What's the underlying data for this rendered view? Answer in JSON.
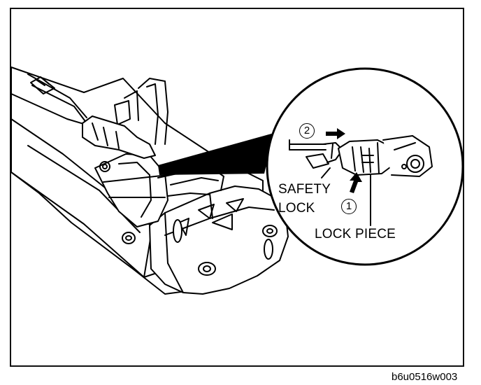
{
  "labels": {
    "safety_lock_line1": "SAFETY",
    "safety_lock_line2": "LOCK",
    "lock_piece": "LOCK PIECE",
    "step_1": "1",
    "step_2": "2",
    "figure_code": "b6u0516w003"
  },
  "icons": {
    "arrow_direction_1": "arrow-up",
    "arrow_direction_2": "arrow-right"
  },
  "colors": {
    "ink": "#000000",
    "paper": "#ffffff"
  }
}
